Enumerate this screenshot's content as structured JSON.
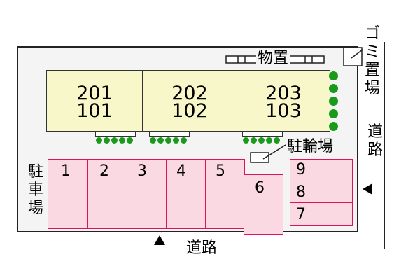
{
  "buildings": [
    {
      "upper": "201",
      "lower": "101"
    },
    {
      "upper": "202",
      "lower": "102"
    },
    {
      "upper": "203",
      "lower": "103"
    }
  ],
  "parking": {
    "label": "駐車場",
    "spaces": [
      "1",
      "2",
      "3",
      "4",
      "5",
      "6",
      "7",
      "8",
      "9"
    ]
  },
  "labels": {
    "storage": "物置",
    "garbage": "ゴミ置場",
    "bicycle": "駐輪場",
    "road_bottom": "道路",
    "road_right": "道路"
  },
  "colors": {
    "building": "#f7f7c9",
    "parking": "#fbd9e3",
    "parking_border": "#e0115f",
    "greenery": "#1a9a1a"
  }
}
